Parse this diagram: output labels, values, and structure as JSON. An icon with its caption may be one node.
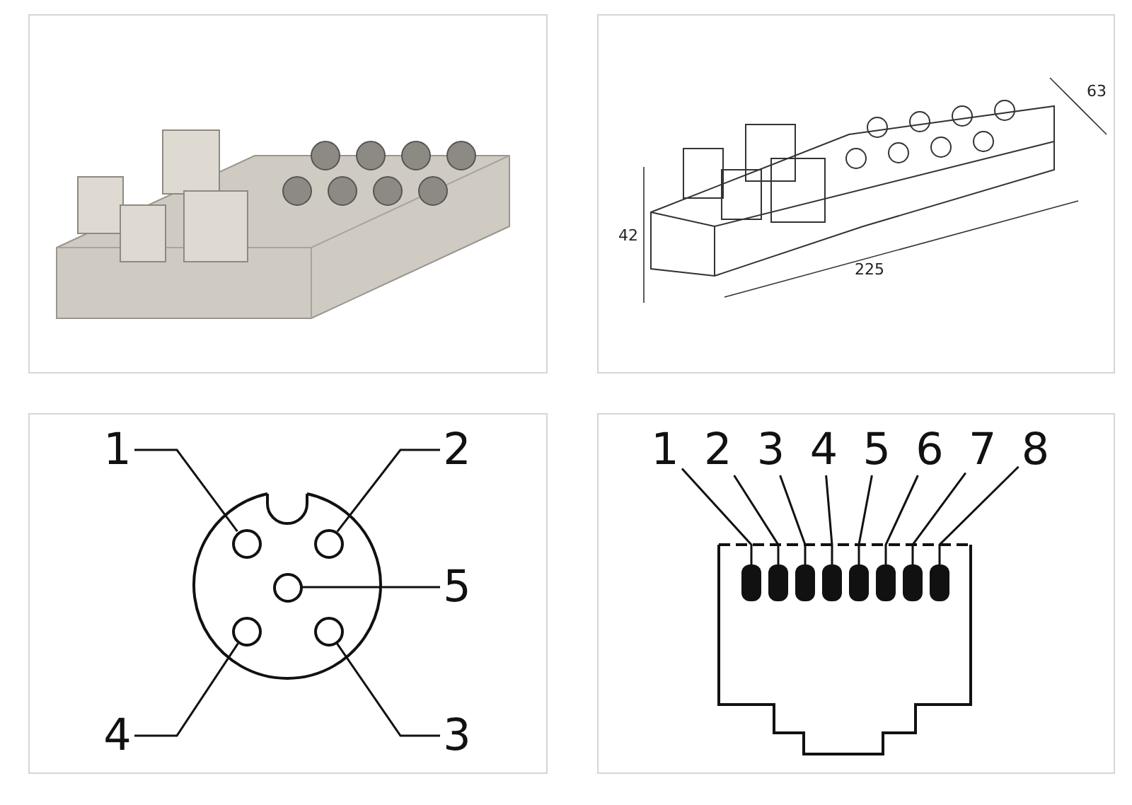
{
  "diagram": {
    "nodes": [
      {
        "text": [
          "1"
        ]
      },
      {
        "text": [
          "2"
        ]
      },
      {
        "text": [
          "5"
        ]
      },
      {
        "text": [
          "4"
        ]
      },
      {
        "text": [
          "3"
        ]
      },
      {
        "text": [],
        "shape": "circle"
      },
      {
        "text": [],
        "shape": "circle"
      },
      {
        "text": [],
        "shape": "circle"
      },
      {
        "text": [],
        "shape": "circle"
      },
      {
        "text": [],
        "shape": "circle"
      },
      {
        "text": [
          "1"
        ]
      },
      {
        "text": [
          "2"
        ]
      },
      {
        "text": [
          "3"
        ]
      },
      {
        "text": [
          "4"
        ]
      },
      {
        "text": [
          "5"
        ]
      },
      {
        "text": [
          "6"
        ]
      },
      {
        "text": [
          "7"
        ]
      },
      {
        "text": [
          "8"
        ]
      },
      {
        "text": [],
        "shape": "box"
      },
      {
        "text": [],
        "shape": "box"
      },
      {
        "text": [],
        "shape": "box"
      },
      {
        "text": [],
        "shape": "box"
      },
      {
        "text": [],
        "shape": "box"
      },
      {
        "text": [],
        "shape": "box"
      },
      {
        "text": [],
        "shape": "box"
      },
      {
        "text": [],
        "shape": "box"
      }
    ],
    "edges": [
      {
        "from": 0,
        "to": 5,
        "arrow": "none"
      },
      {
        "from": 1,
        "to": 6,
        "arrow": "none"
      },
      {
        "from": 2,
        "to": 7,
        "arrow": "none"
      },
      {
        "from": 3,
        "to": 8,
        "arrow": "none"
      },
      {
        "from": 4,
        "to": 9,
        "arrow": "none"
      },
      {
        "from": 10,
        "to": 18,
        "arrow": "none"
      },
      {
        "from": 11,
        "to": 19,
        "arrow": "none"
      },
      {
        "from": 12,
        "to": 20,
        "arrow": "none"
      },
      {
        "from": 13,
        "to": 21,
        "arrow": "none"
      },
      {
        "from": 14,
        "to": 22,
        "arrow": "none"
      },
      {
        "from": 15,
        "to": 23,
        "arrow": "none"
      },
      {
        "from": 16,
        "to": 24,
        "arrow": "none"
      },
      {
        "from": 17,
        "to": 25,
        "arrow": "none"
      }
    ],
    "labels": [
      "63",
      "42",
      "225"
    ]
  }
}
